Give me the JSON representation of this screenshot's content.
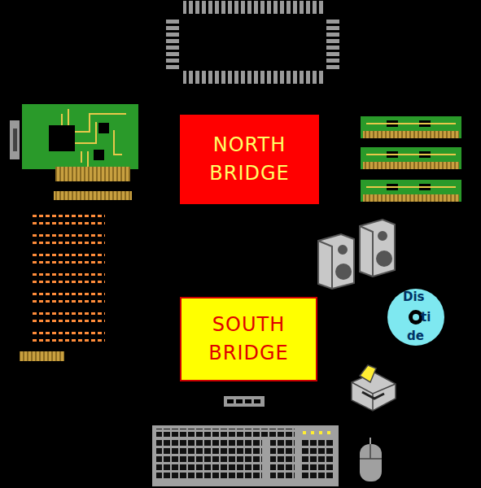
{
  "diagram": {
    "nodes": [
      {
        "text": [
          "NORTH BRIDGE"
        ]
      },
      {
        "text": [
          "SOUTH BRIDGE"
        ]
      }
    ],
    "labels": [
      "Dis",
      "ti",
      "de"
    ]
  }
}
